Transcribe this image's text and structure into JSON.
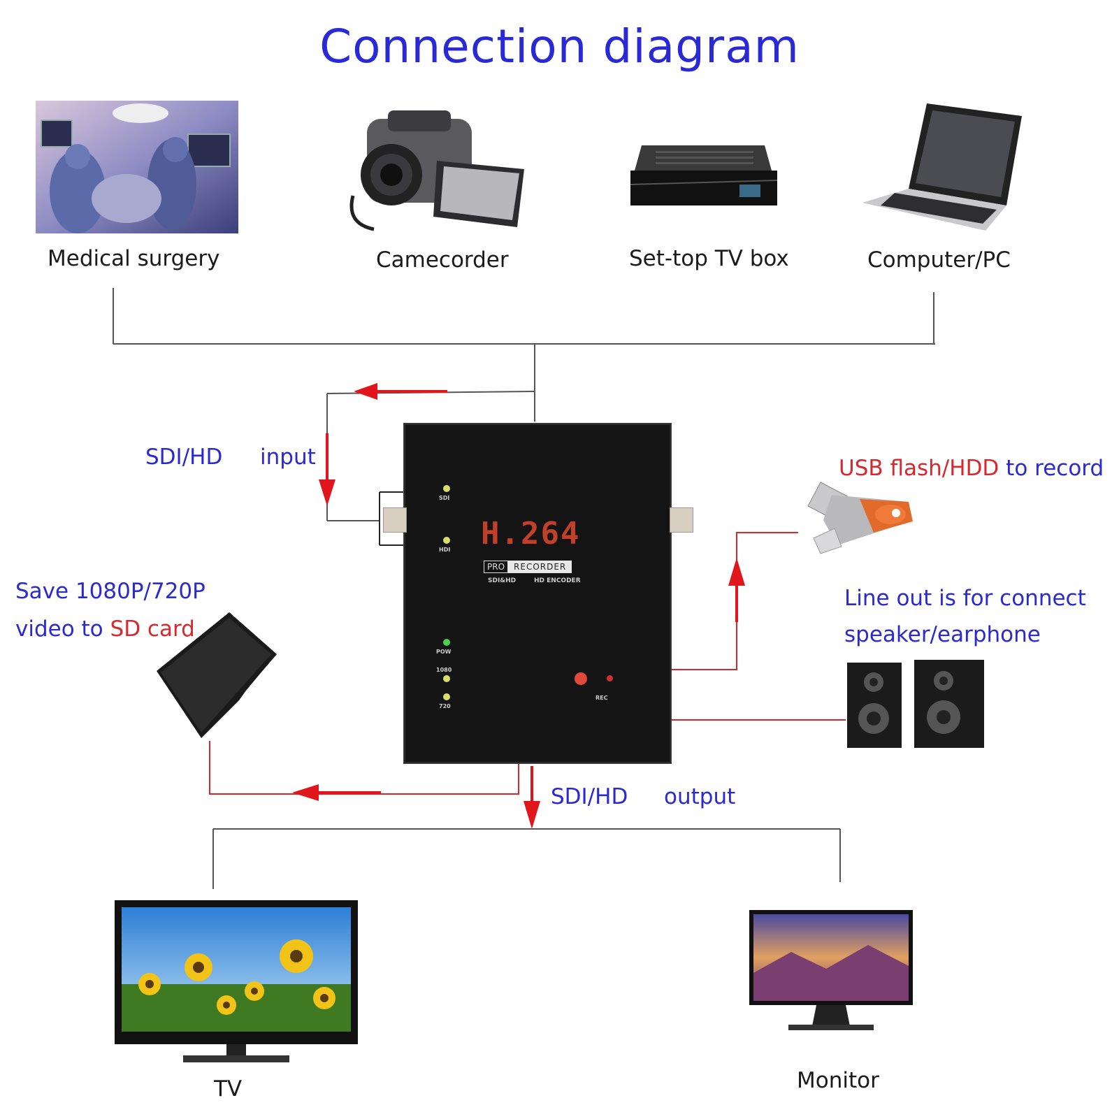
{
  "title": "Connection diagram",
  "sources": {
    "medical": "Medical surgery",
    "camcorder": "Camecorder",
    "settop": "Set-top TV box",
    "computer": "Computer/PC"
  },
  "input": {
    "sdi": "SDI/HD",
    "word": "input"
  },
  "output": {
    "sdi": "SDI/HD",
    "word": "output"
  },
  "usb": {
    "part1": "USB flash/HDD",
    "part2": "to record"
  },
  "lineout": {
    "line1": "Line out is for connect",
    "line2": "speaker/earphone"
  },
  "sd": {
    "line1": "Save 1080P/720P",
    "line2a": "video to",
    "line2b": "SD card"
  },
  "device": {
    "brand": "H.264",
    "pro": "PRO",
    "recorder": "RECORDER",
    "sub1": "SDI&HD",
    "sub2": "HD ENCODER",
    "led_sdi": "SDI",
    "led_hdi": "HDI",
    "led_pow": "POW",
    "led_1080": "1080",
    "led_720": "720",
    "rec": "REC"
  },
  "targets": {
    "tv": "TV",
    "monitor": "Monitor"
  },
  "colors": {
    "title": "#2929d6",
    "label_blue": "#2a2ad0",
    "accent_red": "#d8282e",
    "device_body": "#141414",
    "device_text": "#c2402a"
  }
}
